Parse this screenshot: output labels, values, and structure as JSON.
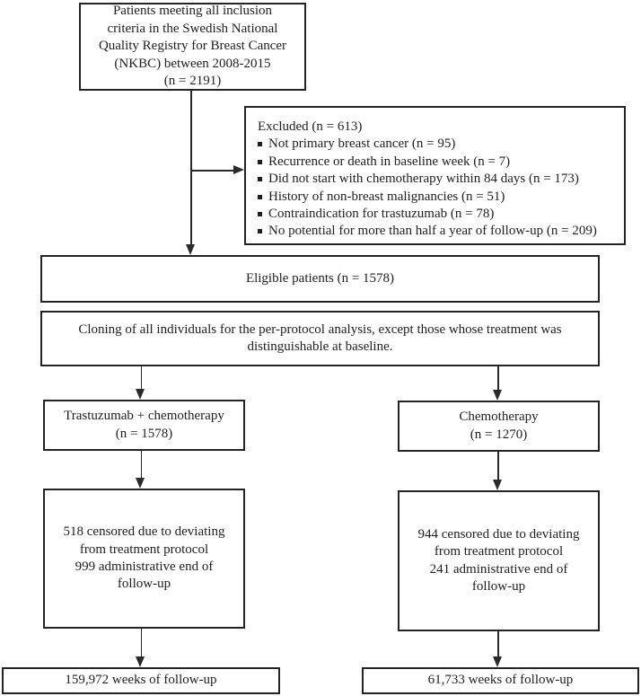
{
  "figure": {
    "title": "Patient selection and per-protocol cloning flowchart",
    "colors": {
      "background": "#ffffff",
      "box_border": "#242424",
      "text": "#1f1f1f",
      "connector": "#2a2a2a"
    }
  },
  "boxes": {
    "inclusion": {
      "text": "Patients meeting all inclusion\ncriteria in the Swedish National\nQuality Registry for Breast Cancer\n(NKBC) between 2008-2015\n(n = 2191)"
    },
    "excluded": {
      "title": "Excluded (n = 613)",
      "items": [
        "Not primary breast cancer (n = 95)",
        "Recurrence or death in baseline week (n = 7)",
        "Did not start with chemotherapy within 84 days (n = 173)",
        "History of non-breast malignancies (n = 51)",
        "Contraindication for trastuzumab (n = 78)",
        "No potential for more than half a year of follow-up (n = 209)"
      ]
    },
    "eligible": {
      "text": "Eligible patients (n = 1578)"
    },
    "cloning": {
      "text": "Cloning of all individuals for the per-protocol analysis, except those whose treatment was\ndistinguishable at baseline."
    },
    "trastuzumab_arm": {
      "text": "Trastuzumab + chemotherapy\n(n = 1578)"
    },
    "chemo_arm": {
      "text": "Chemotherapy\n(n = 1270)"
    },
    "trastuzumab_censoring": {
      "text": "518 censored due to deviating\nfrom treatment protocol\n999 administrative end of\nfollow-up"
    },
    "chemo_censoring": {
      "text": "944 censored due to deviating\nfrom treatment protocol\n241 administrative end of\nfollow-up"
    },
    "trastuzumab_followup": {
      "text": "159,972 weeks of follow-up"
    },
    "chemo_followup": {
      "text": "61,733 weeks of follow-up"
    }
  }
}
